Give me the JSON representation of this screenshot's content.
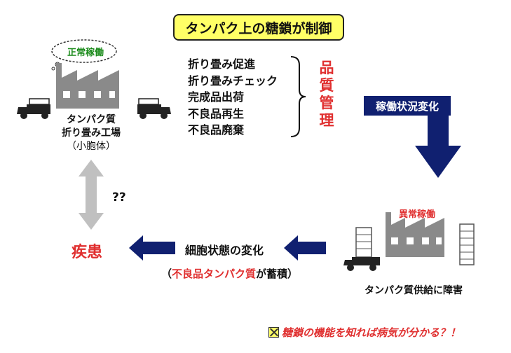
{
  "title": "タンパク上の糖鎖が制御",
  "quality_control": {
    "items": [
      "折り畳み促進",
      "折り畳みチェック",
      "完成品出荷",
      "不良品再生",
      "不良品廃棄"
    ],
    "label": [
      "品",
      "質",
      "管",
      "理"
    ]
  },
  "factory_normal": {
    "status": "正常稼働",
    "label_line1": "タンパク質",
    "label_line2": "折り畳み工場",
    "label_line3": "（小胞体）"
  },
  "factory_abnormal": {
    "status": "異常稼働",
    "caption": "タンパク質供給に障害"
  },
  "state_change_label": "稼働状況変化",
  "unknown_link": "??",
  "disease": "疾患",
  "cell_change": "細胞状態の変化",
  "accumulation": {
    "open": "（",
    "highlight": "不良品タンパク質",
    "rest": "が蓄積）"
  },
  "footer": "糖鎖の機能を知れば病気が分かる？！",
  "colors": {
    "accent_red": "#e03030",
    "arrow_navy": "#102070",
    "title_fill": "#ffff66",
    "factory_gray": "#8a8a8a",
    "arrow_gray": "#c0c0c0"
  }
}
